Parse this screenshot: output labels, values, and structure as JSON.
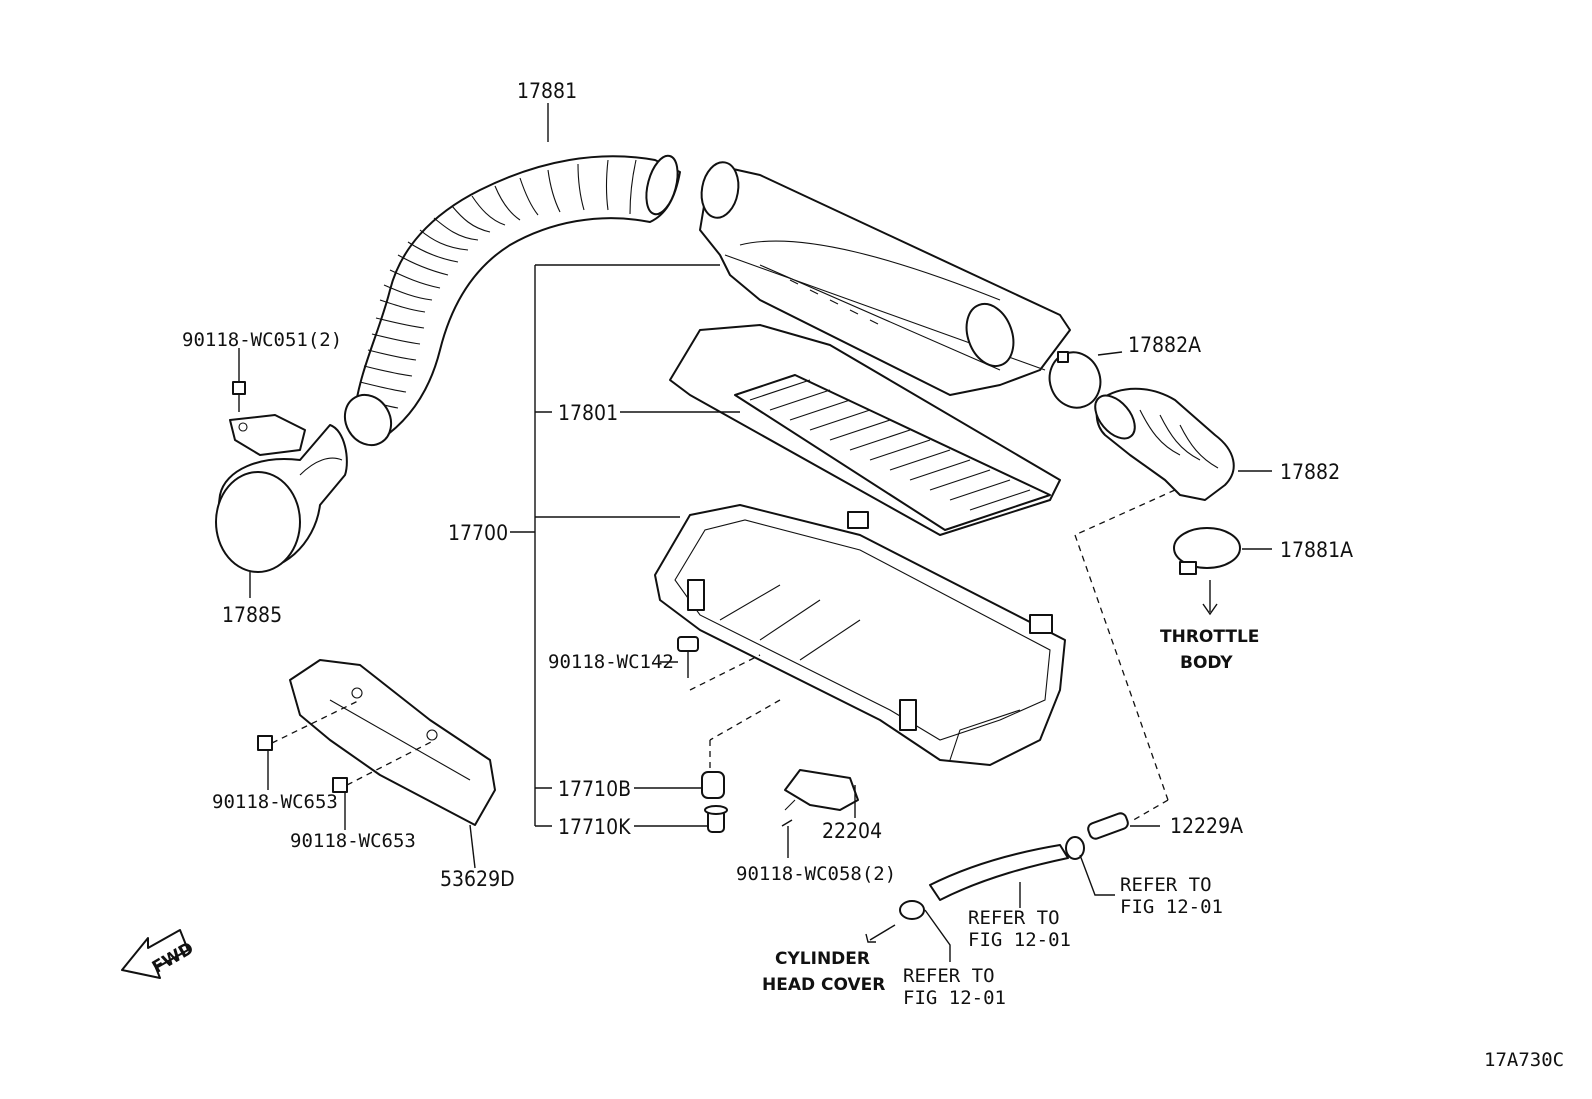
{
  "part_numbers": {
    "p17881": "17881",
    "p90118_wc051": "90118-WC051(2)",
    "p17885": "17885",
    "p17801": "17801",
    "p17700": "17700",
    "p17882A": "17882A",
    "p17882": "17882",
    "p17881A": "17881A",
    "p90118_wc142": "90118-WC142",
    "p90118_wc653_a": "90118-WC653",
    "p90118_wc653_b": "90118-WC653",
    "p53629D": "53629D",
    "p17710B": "17710B",
    "p17710K": "17710K",
    "p22204": "22204",
    "p90118_wc058": "90118-WC058(2)",
    "p12229A": "12229A"
  },
  "notes": {
    "throttle_line1": "THROTTLE",
    "throttle_line2": "BODY",
    "cylinder_line1": "CYLINDER",
    "cylinder_line2": "HEAD COVER",
    "refer_a_line1": "REFER TO",
    "refer_a_line2": "FIG 12-01",
    "refer_b_line1": "REFER TO",
    "refer_b_line2": "FIG 12-01",
    "refer_c_line1": "REFER TO",
    "refer_c_line2": "FIG 12-01",
    "fwd": "FWD",
    "figure_code": "17A730C"
  }
}
